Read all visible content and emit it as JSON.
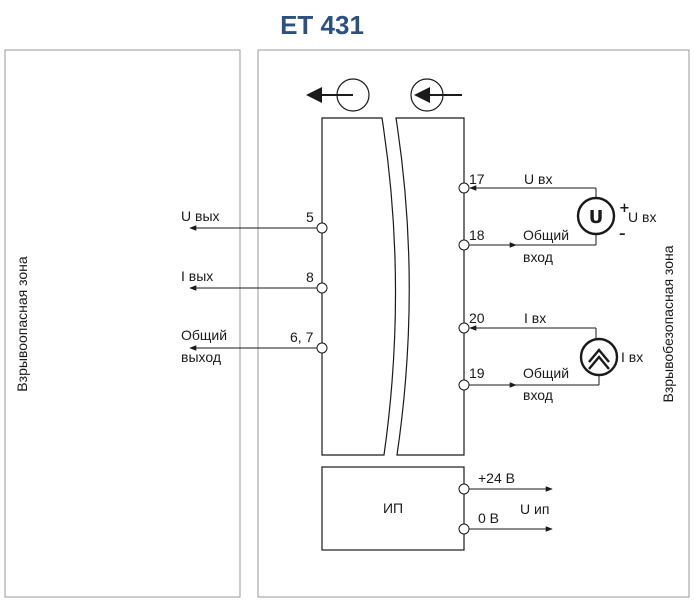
{
  "title": "ET 431",
  "zones": {
    "hazardous": "Взрывоопасная зона",
    "safe": "Взрывобезопасная зона"
  },
  "outputs": {
    "u_out_label": "U вых",
    "u_out_terminal": "5",
    "i_out_label": "I вых",
    "i_out_terminal": "8",
    "common_out_label_1": "Общий",
    "common_out_label_2": "выход",
    "common_out_terminal": "6, 7"
  },
  "inputs": {
    "t17": "17",
    "u_in_label": "U вх",
    "t18": "18",
    "common_in_label_1a": "Общий",
    "common_in_label_1b": "вход",
    "u_source_symbol": "U",
    "u_source_plus": "+",
    "u_source_minus": "–",
    "u_source_label": "U вх",
    "t20": "20",
    "i_in_label": "I вх",
    "t19": "19",
    "common_in_label_2a": "Общий",
    "common_in_label_2b": "вход",
    "i_source_label": "I вх"
  },
  "power": {
    "block_label": "ИП",
    "plus_label": "+24 В",
    "zero_label": "0 В",
    "supply_label": "U ип"
  },
  "icons": {
    "output_flow": "arrow-left-circle-icon",
    "input_flow": "arrow-into-circle-icon",
    "voltage_source": "voltage-source-icon",
    "current_source": "current-source-icon"
  }
}
